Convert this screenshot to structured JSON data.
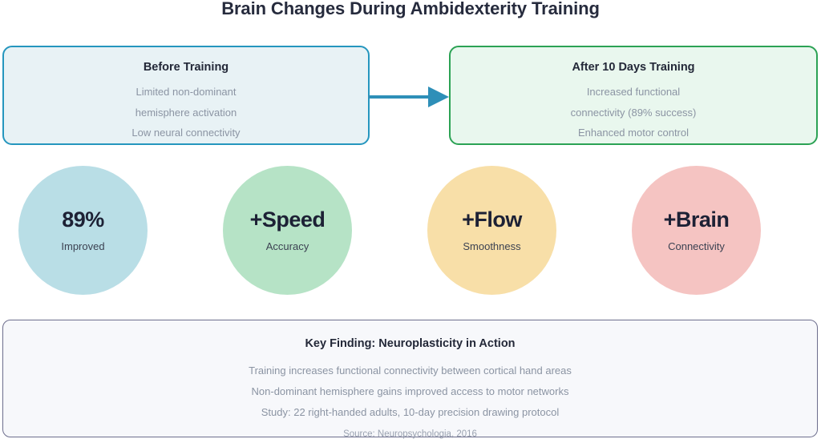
{
  "title": "Brain Changes During Ambidexterity Training",
  "phases": {
    "before": {
      "title": "Before Training",
      "lines": [
        "Limited non-dominant",
        "hemisphere activation",
        "Low neural connectivity"
      ],
      "border_color": "#2596be",
      "background_color": "#e8f2f5"
    },
    "after": {
      "title": "After 10 Days Training",
      "lines": [
        "Increased functional",
        "connectivity (89% success)",
        "Enhanced motor control"
      ],
      "border_color": "#2ba254",
      "background_color": "#e9f7ee"
    },
    "arrow_color": "#2e8fb8"
  },
  "metrics": [
    {
      "value": "89%",
      "label": "Improved",
      "color": "#b9dee6"
    },
    {
      "value": "+Speed",
      "label": "Accuracy",
      "color": "#b6e3c6"
    },
    {
      "value": "+Flow",
      "label": "Smoothness",
      "color": "#f8dfa8"
    },
    {
      "value": "+Brain",
      "label": "Connectivity",
      "color": "#f5c4c2"
    }
  ],
  "finding": {
    "title": "Key Finding: Neuroplasticity in Action",
    "lines": [
      "Training increases functional connectivity between cortical hand areas",
      "Non-dominant hemisphere gains improved access to motor networks",
      "Study: 22 right-handed adults, 10-day precision drawing protocol"
    ],
    "source": "Source: Neuropsychologia, 2016",
    "border_color": "#6d6e8d",
    "background_color": "#f7f8fb"
  }
}
